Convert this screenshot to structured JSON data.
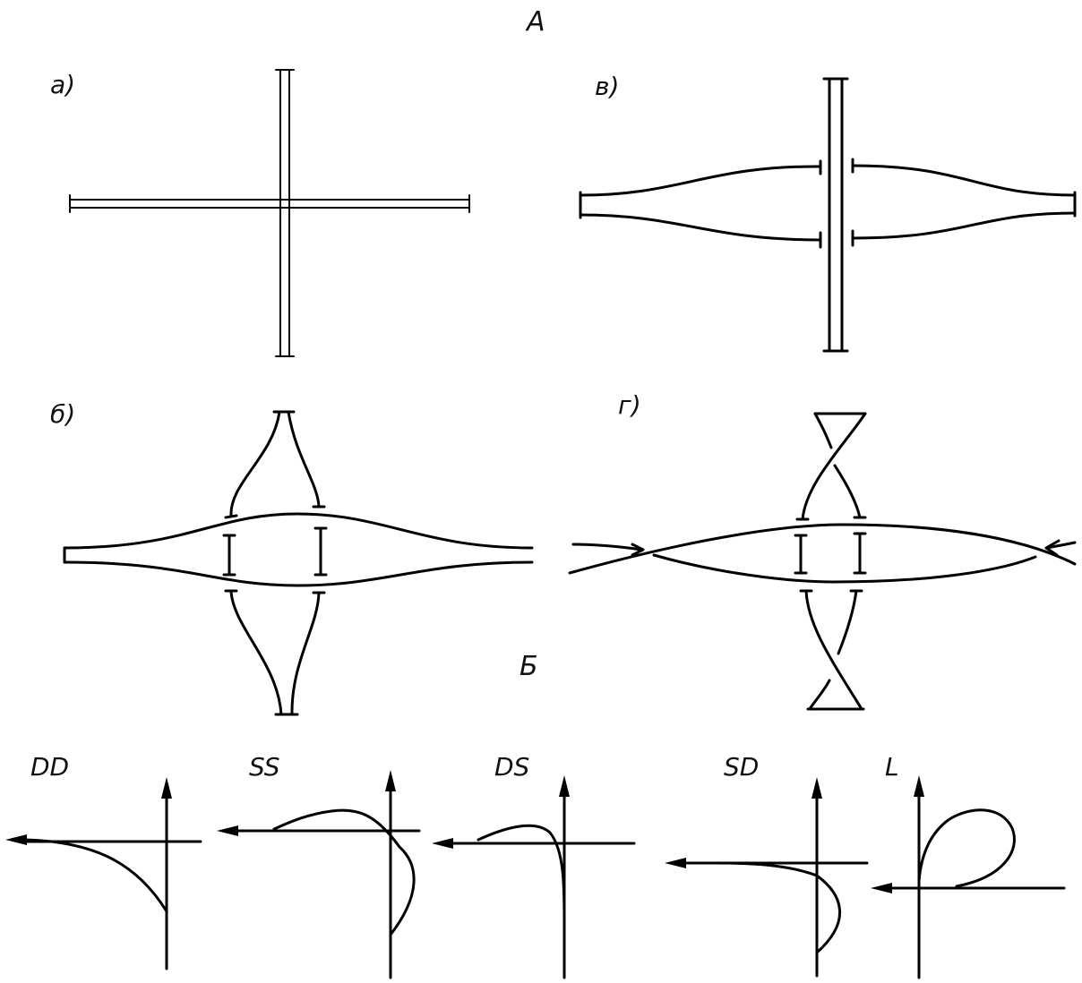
{
  "labels": {
    "part_a": "А",
    "part_b": "Б",
    "panel_a": "а)",
    "panel_b": "б)",
    "panel_v": "в)",
    "panel_g": "г)",
    "dd": "DD",
    "ss": "SS",
    "ds": "DS",
    "sd": "SD",
    "l": "L"
  }
}
